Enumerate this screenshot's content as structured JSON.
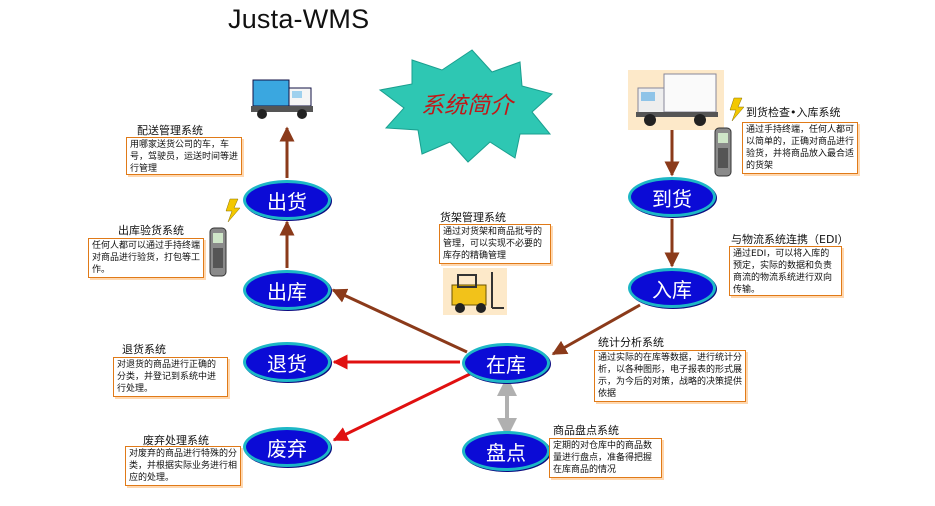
{
  "title": "Justa-WMS",
  "banner": "系统简介",
  "nodes": {
    "chuhuo": "出货",
    "chuku": "出库",
    "tuihuo": "退货",
    "feiqi": "废弃",
    "zaiku": "在库",
    "pandian": "盘点",
    "daohuo": "到货",
    "ruku": "入库"
  },
  "sections": {
    "peisong": {
      "label": "配送管理系统",
      "text": "用哪家送货公司的车，车号，驾驶员，运送时间等进行管理"
    },
    "chukuyanhuo": {
      "label": "出库验货系统",
      "text": "任何人都可以通过手持终端对商品进行验货，打包等工作。"
    },
    "tuihuo": {
      "label": "退货系统",
      "text": "对退货的商品进行正确的分类，并登记到系统中进行处理。"
    },
    "feiqi": {
      "label": "废弃处理系统",
      "text": "对废弃的商品进行特殊的分类，并根据实际业务进行相应的处理。"
    },
    "huojia": {
      "label": "货架管理系统",
      "text": "通过对货架和商品批号的管理，可以实现不必要的库存的精确管理"
    },
    "daohuo": {
      "label": "到货检查•入库系统",
      "text": "通过手持终端，任何人都可以简单的，正确对商品进行验货，并将商品放入最合适的货架"
    },
    "edi": {
      "label": "与物流系统连携（EDI）",
      "text": "通过EDI，可以将入库的预定，实际的数据和负责商流的物流系统进行双向传输。"
    },
    "tongji": {
      "label": "统计分析系统",
      "text": "通过实际的在库等数据，进行统计分析，以各种图形，电子报表的形式展示，为今后的对策，战略的决策提供依据"
    },
    "pandian": {
      "label": "商品盘点系统",
      "text": "定期的对仓库中的商品数量进行盘点，准备得把握在库商品的情况"
    }
  },
  "colors": {
    "node_fill": "#0b0bd6",
    "node_border": "#1db7c6",
    "arrow_brown": "#8b3a1a",
    "arrow_red": "#e01010",
    "arrow_gray": "#b0b0b0",
    "banner_fill": "#2ec7b3",
    "banner_text": "#c01818",
    "box_border": "#e07a18"
  },
  "icons": [
    "truck-icon",
    "handheld-terminal-icon",
    "lightning-icon",
    "forklift-icon"
  ]
}
